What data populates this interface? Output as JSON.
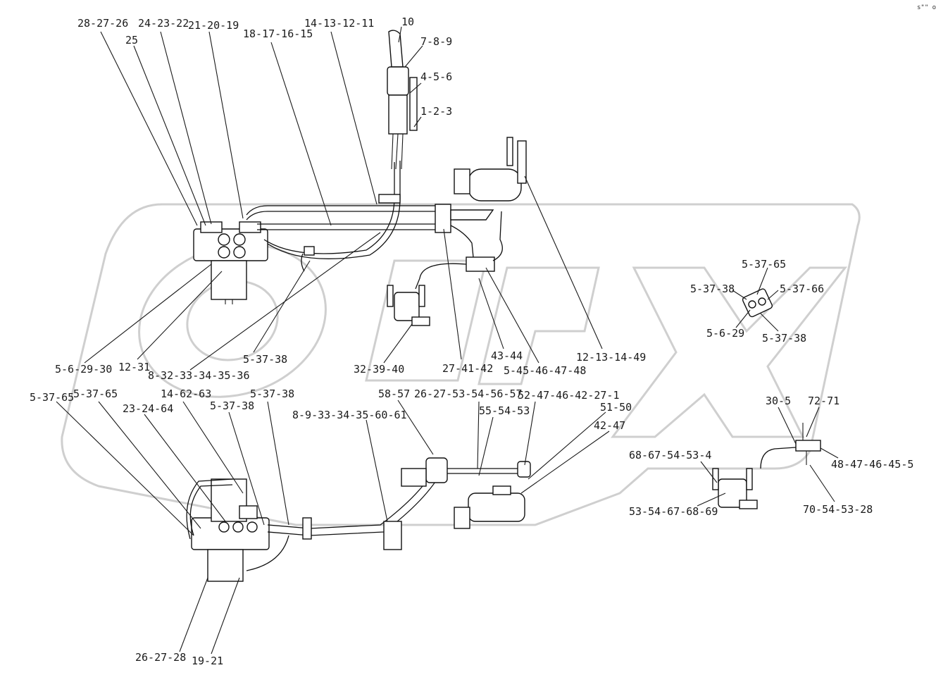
{
  "corner_mark": "s\"\" ooo",
  "watermark_text": "OPEX",
  "colors": {
    "ink": "#1a1a1a",
    "watermark": "#cfcfcf",
    "background": "#ffffff"
  },
  "labels": [
    "28-27-26",
    "24-23-22",
    "21-20-19",
    "18-17-16-15",
    "14-13-12-11",
    "25",
    "10",
    "7-8-9",
    "4-5-6",
    "1-2-3",
    "5-37-65",
    "5-37-38",
    "5-37-66",
    "5-6-29",
    "5-37-38",
    "5-6-29-30",
    "12-31",
    "8-32-33-34-35-36",
    "5-37-38",
    "32-39-40",
    "27-41-42",
    "43-44",
    "5-45-46-47-48",
    "12-13-14-49",
    "5-37-65",
    "5-37-65",
    "14-62-63",
    "23-24-64",
    "5-37-38",
    "5-37-38",
    "8-9-33-34-35-60-61",
    "58-57",
    "26-27-53-54-56-57",
    "55-54-53",
    "52-47-46-42-27-1",
    "51-50",
    "42-47",
    "30-5",
    "72-71",
    "68-67-54-53-4",
    "48-47-46-45-5",
    "53-54-67-68-69",
    "70-54-53-28",
    "26-27-28",
    "19-21"
  ]
}
